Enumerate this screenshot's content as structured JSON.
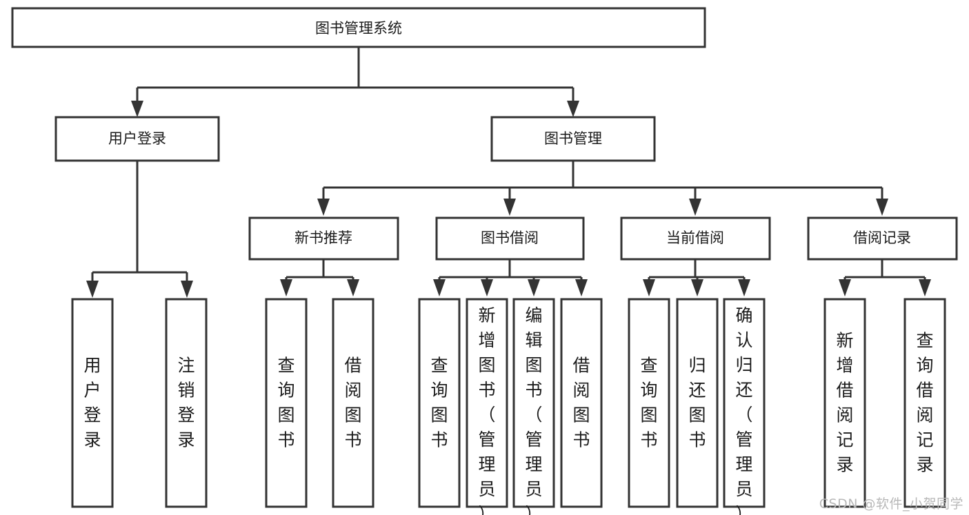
{
  "diagram": {
    "type": "tree",
    "title": "图书管理系统",
    "watermark": "CSDN @软件_小贺同学",
    "colors": {
      "stroke": "#333333",
      "fill": "#ffffff",
      "text": "#1a1a1a",
      "watermark": "#b8b8b8"
    },
    "levels": {
      "root": {
        "label": "图书管理系统"
      },
      "level2": [
        {
          "label": "用户登录"
        },
        {
          "label": "图书管理"
        }
      ],
      "level3": [
        {
          "label": "新书推荐"
        },
        {
          "label": "图书借阅"
        },
        {
          "label": "当前借阅"
        },
        {
          "label": "借阅记录"
        }
      ],
      "leaves": [
        {
          "label": "用户登录",
          "parent": "用户登录"
        },
        {
          "label": "注销登录",
          "parent": "用户登录"
        },
        {
          "label": "查询图书",
          "parent": "新书推荐"
        },
        {
          "label": "借阅图书",
          "parent": "新书推荐"
        },
        {
          "label": "查询图书",
          "parent": "图书借阅"
        },
        {
          "label": "新增图书（管理员）",
          "parent": "图书借阅"
        },
        {
          "label": "编辑图书（管理员）",
          "parent": "图书借阅"
        },
        {
          "label": "借阅图书",
          "parent": "图书借阅"
        },
        {
          "label": "查询图书",
          "parent": "当前借阅"
        },
        {
          "label": "归还图书",
          "parent": "当前借阅"
        },
        {
          "label": "确认归还（管理员）",
          "parent": "当前借阅"
        },
        {
          "label": "新增借阅记录",
          "parent": "借阅记录"
        },
        {
          "label": "查询借阅记录",
          "parent": "借阅记录"
        }
      ]
    }
  }
}
